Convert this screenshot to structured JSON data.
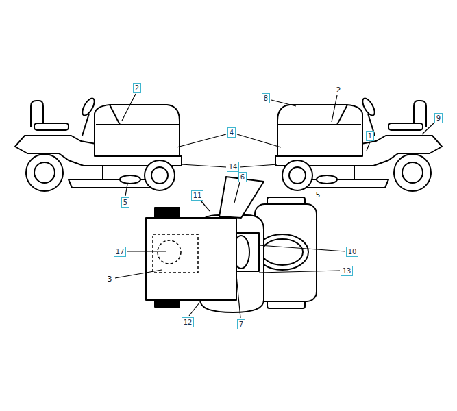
{
  "diagram": {
    "nodes": [
      {
        "text": [
          "2"
        ]
      },
      {
        "text": [
          "8"
        ]
      },
      {
        "text": [
          "9"
        ]
      },
      {
        "text": [
          "4"
        ]
      },
      {
        "text": [
          "1"
        ]
      },
      {
        "text": [
          "14"
        ]
      },
      {
        "text": [
          "6"
        ]
      },
      {
        "text": [
          "11"
        ]
      },
      {
        "text": [
          "5"
        ]
      },
      {
        "text": [
          "10"
        ]
      },
      {
        "text": [
          "17"
        ]
      },
      {
        "text": [
          "13"
        ]
      },
      {
        "text": [
          "12"
        ]
      },
      {
        "text": [
          "7"
        ]
      }
    ],
    "labels": [
      "2",
      "5",
      "3"
    ]
  }
}
